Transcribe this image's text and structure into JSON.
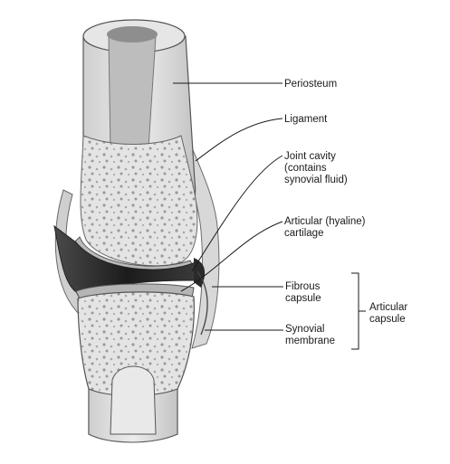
{
  "figure": {
    "labels": {
      "periosteum": "Periosteum",
      "ligament": "Ligament",
      "joint_cavity": "Joint cavity\n(contains\nsynovial fluid)",
      "articular_cartilage": "Articular (hyaline)\ncartilage",
      "fibrous_capsule": "Fibrous\ncapsule",
      "synovial_membrane": "Synovial\nmembrane",
      "articular_capsule": "Articular\ncapsule"
    }
  }
}
